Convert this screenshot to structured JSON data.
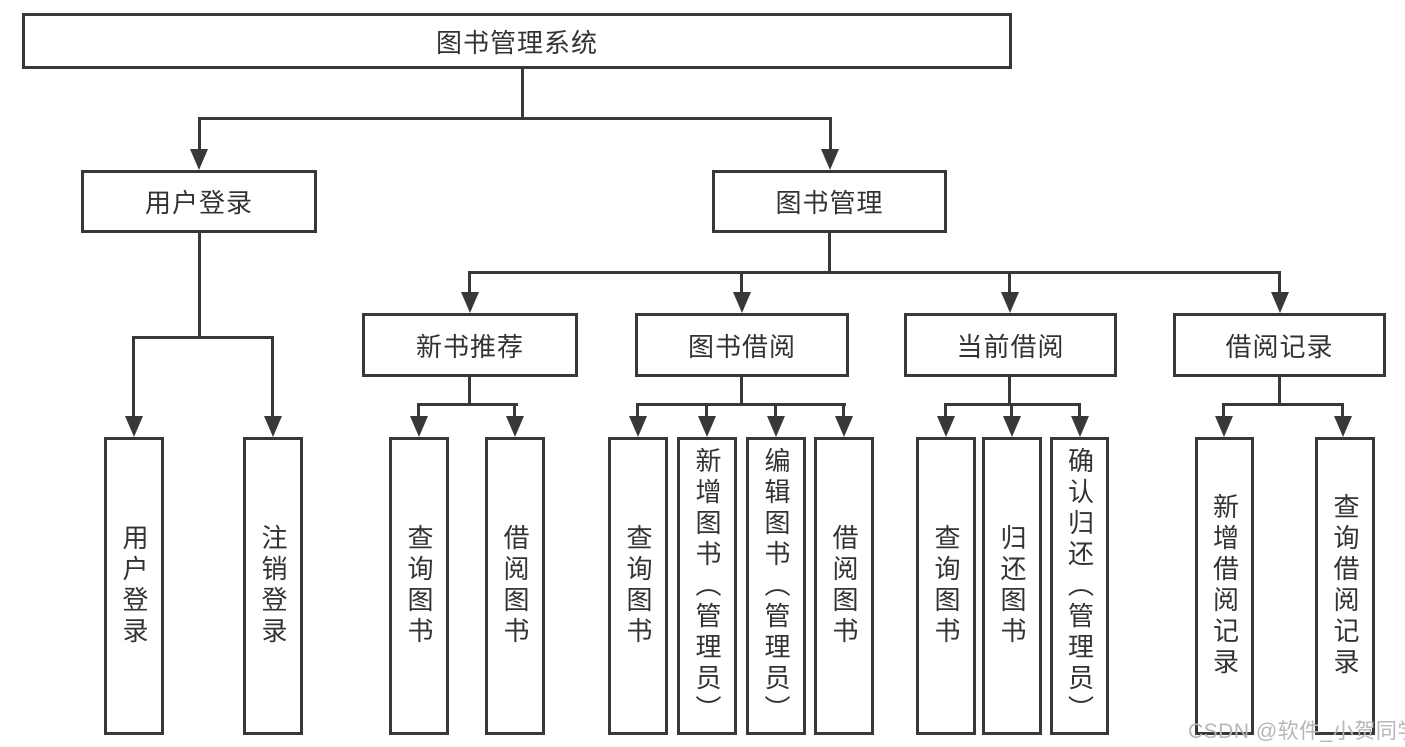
{
  "diagram": {
    "type": "tree",
    "root": {
      "label": "图书管理系统"
    },
    "branches": [
      {
        "label": "用户登录",
        "children": [
          {
            "label": "用户登录"
          },
          {
            "label": "注销登录"
          }
        ]
      },
      {
        "label": "图书管理",
        "children": [
          {
            "label": "新书推荐",
            "children": [
              {
                "label": "查询图书"
              },
              {
                "label": "借阅图书"
              }
            ]
          },
          {
            "label": "图书借阅",
            "children": [
              {
                "label": "查询图书"
              },
              {
                "label": "新增图书（管理员）"
              },
              {
                "label": "编辑图书（管理员）"
              },
              {
                "label": "借阅图书"
              }
            ]
          },
          {
            "label": "当前借阅",
            "children": [
              {
                "label": "查询图书"
              },
              {
                "label": "归还图书"
              },
              {
                "label": "确认归还（管理员）"
              }
            ]
          },
          {
            "label": "借阅记录",
            "children": [
              {
                "label": "新增借阅记录"
              },
              {
                "label": "查询借阅记录"
              }
            ]
          }
        ]
      }
    ]
  },
  "watermark": {
    "text": "CSDN @软件_小贺同学"
  },
  "colors": {
    "line": "#383838",
    "text": "#333333",
    "watermark": "#b7b7b7",
    "background": "#ffffff"
  }
}
